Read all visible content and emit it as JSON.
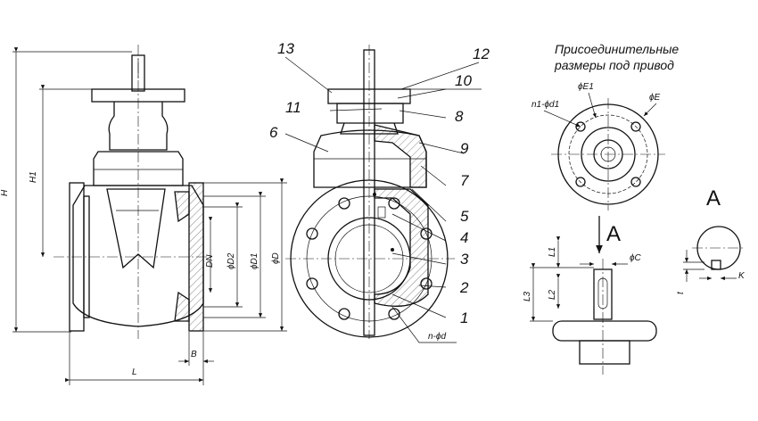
{
  "title": {
    "line1": "Присоединительные",
    "line2": "размеры под привод"
  },
  "part_numbers": [
    "1",
    "2",
    "3",
    "4",
    "5",
    "6",
    "7",
    "8",
    "9",
    "10",
    "11",
    "12",
    "13"
  ],
  "dimensions": {
    "H": "H",
    "H1": "H1",
    "L": "L",
    "B": "B",
    "DN": "DN",
    "D2": "ϕD2",
    "D1": "ϕD1",
    "D": "ϕD",
    "nd": "n-ϕd",
    "n1d1": "n1-ϕd1",
    "E1": "ϕE1",
    "E": "ϕE",
    "C": "ϕC",
    "L1": "L1",
    "L2": "L2",
    "L3": "L3",
    "t": "t",
    "K": "K"
  },
  "view_letters": {
    "arrow_view": "A",
    "section_view": "A"
  }
}
